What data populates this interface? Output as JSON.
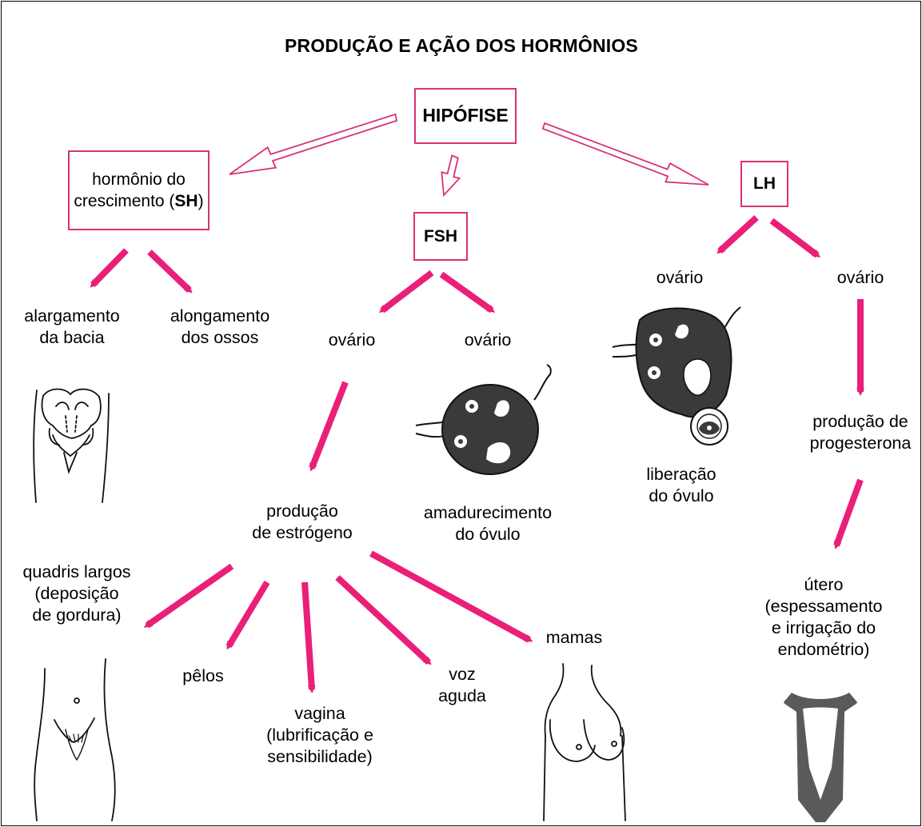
{
  "title": "PRODUÇÃO E AÇÃO DOS HORMÔNIOS",
  "accent_color": "#ea1f78",
  "box_border_color": "#d6337a",
  "nodes": {
    "hipofise": "HIPÓFISE",
    "gh_line1": "hormônio do",
    "gh_line2_prefix": "crescimento (",
    "gh_line2_bold": "SH",
    "gh_line2_suffix": ")",
    "fsh": "FSH",
    "lh": "LH",
    "alargamento": "alargamento\nda bacia",
    "alongamento": "alongamento\ndos ossos",
    "ovario_fsh_left": "ovário",
    "ovario_fsh_right": "ovário",
    "ovario_lh_left": "ovário",
    "ovario_lh_right": "ovário",
    "producao_estrogeno": "produção\nde estrógeno",
    "amadurecimento": "amadurecimento\ndo óvulo",
    "liberacao": "liberação\ndo óvulo",
    "producao_progesterona": "produção de\nprogesterona",
    "quadris": "quadris largos\n(deposição\nde gordura)",
    "pelos": "pêlos",
    "vagina": "vagina\n(lubrificação e\nsensibilidade)",
    "voz": "voz\naguda",
    "mamas": "mamas",
    "utero": "útero (espessamento\ne irrigação do\nendométrio)"
  },
  "illustrations": [
    "pelvis-illustration",
    "ovary-illustration",
    "ovary-ovulation-illustration",
    "hips-illustration",
    "breasts-illustration",
    "uterus-illustration"
  ]
}
